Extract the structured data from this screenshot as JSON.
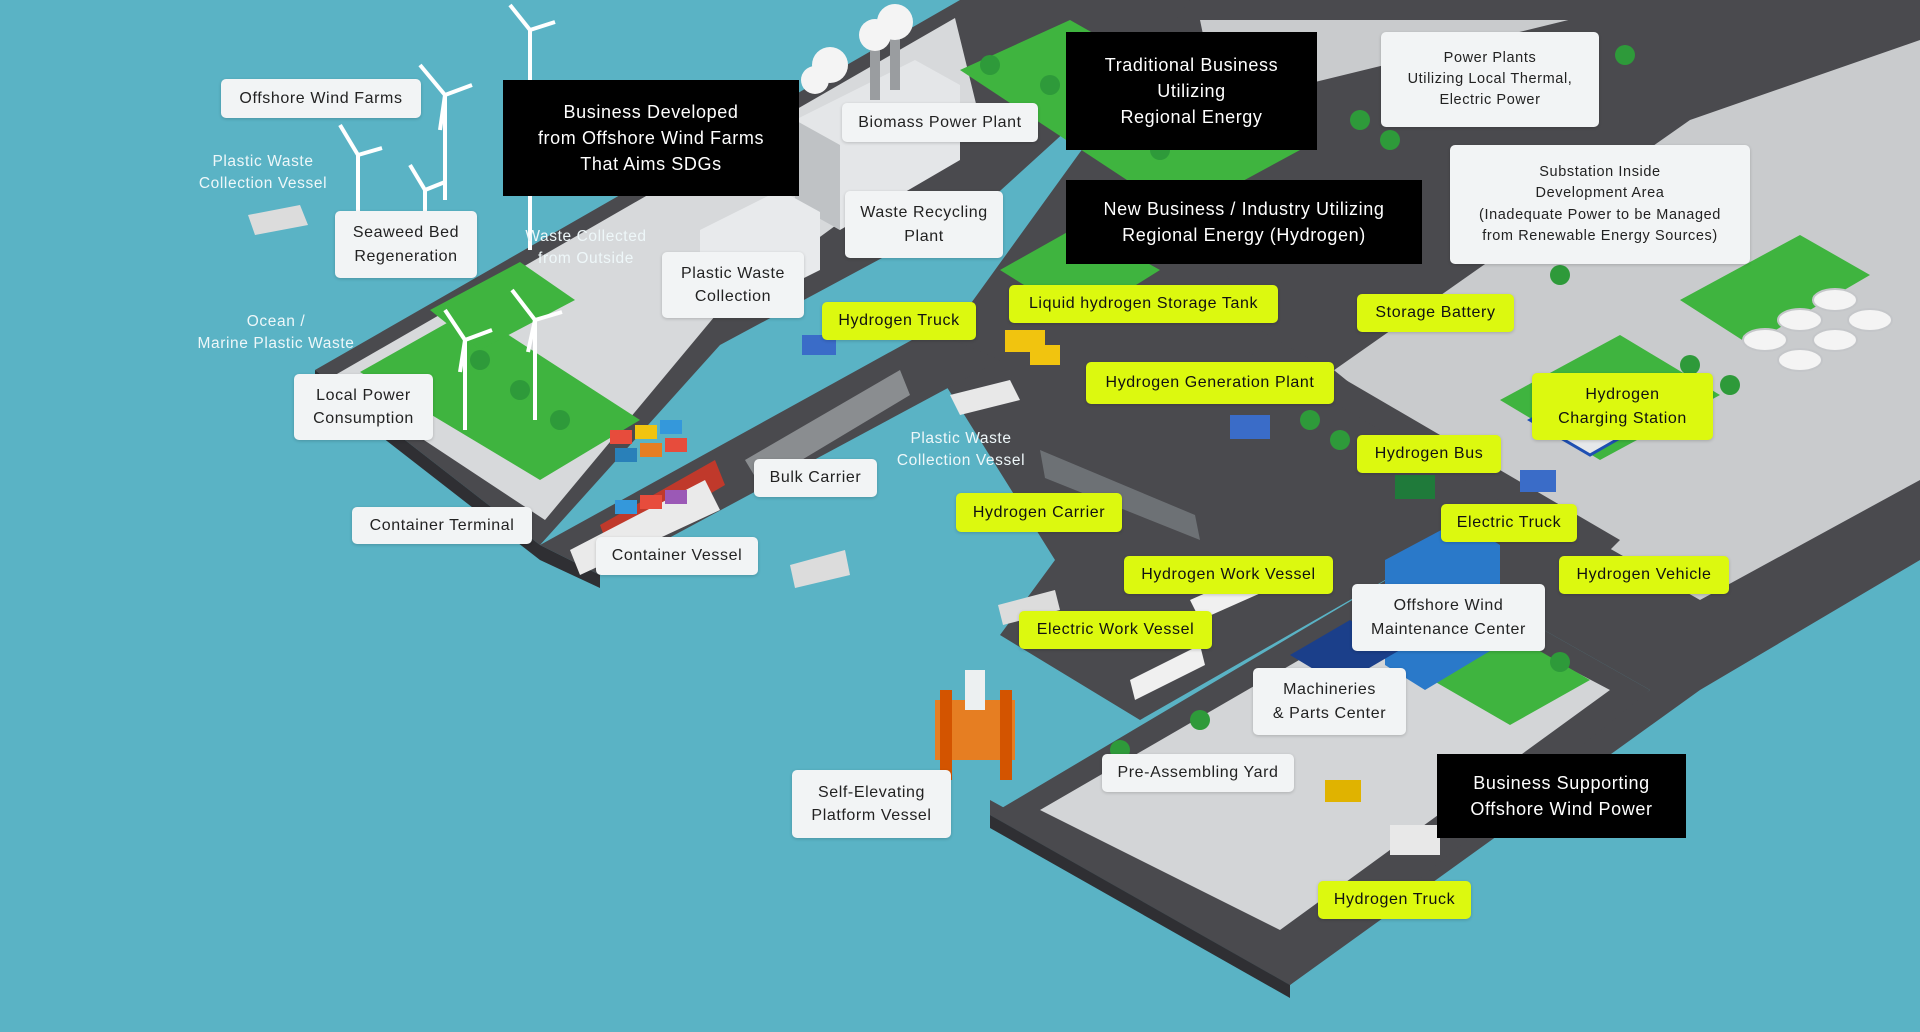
{
  "colors": {
    "sea": "#5ab3c5",
    "road": "#4a4a4e",
    "land_light": "#d9dbdd",
    "grass": "#3fb43f",
    "hydrogen_highlight": "#dcf90f",
    "category_box": "#000000",
    "facility_box": "#f2f4f5"
  },
  "categories": {
    "offshore_wind_business": "Business Developed\nfrom Offshore Wind Farms\nThat Aims SDGs",
    "traditional_business": "Traditional Business\nUtilizing\nRegional Energy",
    "hydrogen_business": "New Business / Industry Utilizing\nRegional Energy (Hydrogen)",
    "supporting_business": "Business Supporting\nOffshore Wind Power"
  },
  "facilities": {
    "offshore_wind_farms": "Offshore Wind Farms",
    "seaweed_bed": "Seaweed Bed\nRegeneration",
    "local_power": "Local Power\nConsumption",
    "container_terminal": "Container Terminal",
    "container_vessel": "Container Vessel",
    "bulk_carrier": "Bulk Carrier",
    "plastic_waste_collection": "Plastic Waste\nCollection",
    "biomass_plant": "Biomass Power Plant",
    "waste_recycling": "Waste Recycling\nPlant",
    "power_plants": "Power Plants\nUtilizing Local Thermal,\nElectric Power",
    "substation": "Substation Inside\nDevelopment Area\n(Inadequate Power to be Managed\nfrom Renewable Energy Sources)",
    "offshore_maintenance": "Offshore Wind\nMaintenance Center",
    "machineries": "Machineries\n& Parts Center",
    "pre_assembling": "Pre-Assembling Yard",
    "self_elevating": "Self-Elevating\nPlatform Vessel"
  },
  "hydrogen_items": {
    "truck_top": "Hydrogen Truck",
    "liquid_storage": "Liquid hydrogen Storage Tank",
    "storage_battery": "Storage Battery",
    "generation_plant": "Hydrogen Generation Plant",
    "charging_station": "Hydrogen\nCharging Station",
    "bus": "Hydrogen Bus",
    "electric_truck": "Electric Truck",
    "carrier": "Hydrogen Carrier",
    "vehicle": "Hydrogen Vehicle",
    "work_vessel": "Hydrogen Work Vessel",
    "electric_work_vessel": "Electric Work Vessel",
    "truck_bottom": "Hydrogen Truck"
  },
  "water_notes": {
    "plastic_vessel_left": "Plastic Waste\nCollection Vessel",
    "waste_outside": "Waste Collected\nfrom Outside",
    "ocean_plastic": "Ocean /\nMarine Plastic Waste",
    "plastic_vessel_center": "Plastic Waste\nCollection Vessel"
  }
}
